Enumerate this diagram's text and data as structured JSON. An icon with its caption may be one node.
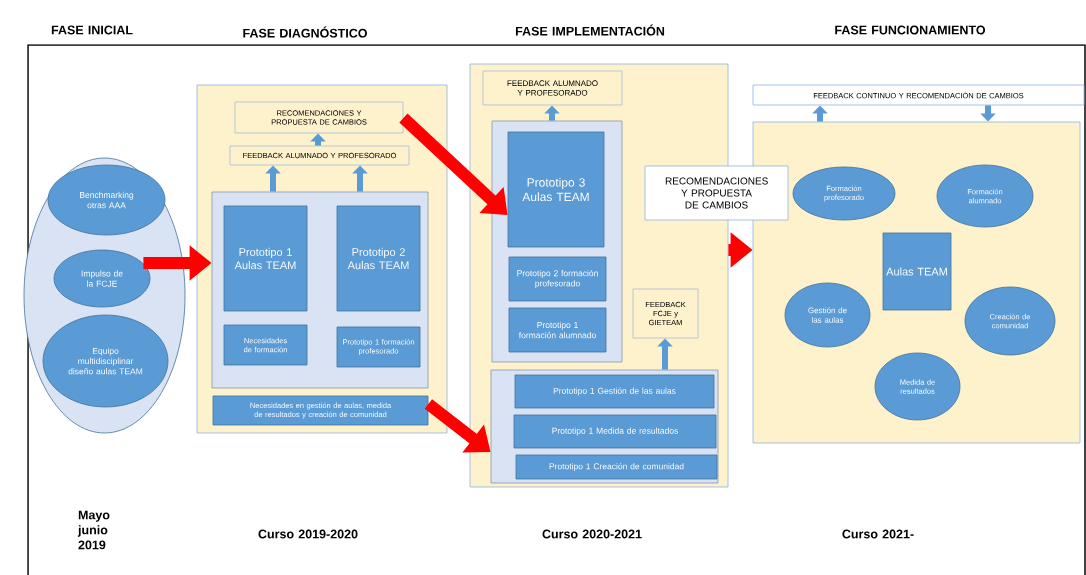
{
  "diagram": {
    "nodes": [
      {
        "text": [],
        "shape": "ellipse"
      },
      {
        "text": [
          "Benchmarking otras AAA"
        ],
        "in": 0
      },
      {
        "text": [
          "Impulso de la FCJE"
        ],
        "in": 0
      },
      {
        "text": [
          "Equipo multidisciplinar diseño aulas TEAM"
        ],
        "in": 0
      },
      {
        "text": [],
        "shape": "box"
      },
      {
        "text": [
          "RECOMENDACIONES Y PROPUESTA DE CAMBIOS"
        ],
        "in": 4
      },
      {
        "text": [
          "FEEDBACK ALUMNADO Y PROFESORADO"
        ],
        "in": 4
      },
      {
        "text": [],
        "shape": "box",
        "in": 4
      },
      {
        "text": [
          "Prototipo 1 Aulas TEAM"
        ],
        "in": 7
      },
      {
        "text": [
          "Prototipo 2 Aulas TEAM"
        ],
        "in": 7
      },
      {
        "text": [
          "Necesidades de formación"
        ],
        "in": 7
      },
      {
        "text": [
          "Prototipo 1 formación profesorado"
        ],
        "in": 7
      },
      {
        "text": [
          "Necesidades en gestión de aulas, medida de resultados y creación de comunidad"
        ],
        "in": 4
      },
      {
        "text": [],
        "shape": "box"
      },
      {
        "text": [
          "FEEDBACK ALUMNADO Y PROFESORADO"
        ],
        "in": 13
      },
      {
        "text": [],
        "shape": "box",
        "in": 13
      },
      {
        "text": [
          "Prototipo 3 Aulas TEAM"
        ],
        "in": 15
      },
      {
        "text": [
          "Prototipo 2 formación profesorado"
        ],
        "in": 15
      },
      {
        "text": [
          "Prototipo 1 formación alumnado"
        ],
        "in": 15
      },
      {
        "text": [
          "FEEDBACK FCJE y GIETEAM"
        ],
        "in": 13
      },
      {
        "text": [],
        "shape": "box",
        "in": 13
      },
      {
        "text": [
          "Prototipo 1 Gestión de las aulas"
        ],
        "in": 20
      },
      {
        "text": [
          "Prototipo 1 Medida de resultados"
        ],
        "in": 20
      },
      {
        "text": [
          "Prototipo 1  Creación de comunidad"
        ],
        "in": 20
      },
      {
        "text": [
          "RECOMENDACIONES Y PROPUESTA DE CAMBIOS"
        ]
      },
      {
        "text": [],
        "shape": "box"
      },
      {
        "text": [
          "FEEDBACK CONTINUO Y RECOMENDACIÓN DE CAMBIOS"
        ]
      },
      {
        "text": [
          "Formación profesorado"
        ],
        "in": 25
      },
      {
        "text": [
          "Formación alumnado"
        ],
        "in": 25
      },
      {
        "text": [
          "Aulas TEAM"
        ],
        "in": 25
      },
      {
        "text": [
          "Gestión de las aulas"
        ],
        "in": 25
      },
      {
        "text": [
          "Creación de comunidad"
        ],
        "in": 25
      },
      {
        "text": [
          "Medida de resultados"
        ],
        "in": 25
      }
    ],
    "edges": [
      {
        "from": 2,
        "to": 7,
        "arrow": "to",
        "style": "thick",
        "color": "#ff0000"
      },
      {
        "from": 7,
        "to": 6,
        "arrow": "to"
      },
      {
        "from": 7,
        "to": 6,
        "arrow": "to"
      },
      {
        "from": 6,
        "to": 5,
        "arrow": "to"
      },
      {
        "from": 5,
        "to": 16,
        "arrow": "to",
        "style": "thick",
        "color": "#ff0000"
      },
      {
        "from": 12,
        "to": 20,
        "arrow": "to",
        "style": "thick",
        "color": "#ff0000"
      },
      {
        "from": 15,
        "to": 14,
        "arrow": "to"
      },
      {
        "from": 20,
        "to": 19,
        "arrow": "to"
      },
      {
        "from": 13,
        "to": 25,
        "arrow": "to",
        "style": "thick",
        "color": "#ff0000"
      },
      {
        "from": 25,
        "to": 26,
        "arrow": "to"
      },
      {
        "from": 26,
        "to": 25,
        "arrow": "to"
      }
    ],
    "labels": [
      "FASE INICIAL",
      "FASE DIAGNÓSTICO",
      "FASE IMPLEMENTACIÓN",
      "FASE FUNCIONAMIENTO",
      "Mayo junio 2019",
      "Curso 2019-2020",
      "Curso 2020-2021",
      "Curso 2021-"
    ]
  }
}
